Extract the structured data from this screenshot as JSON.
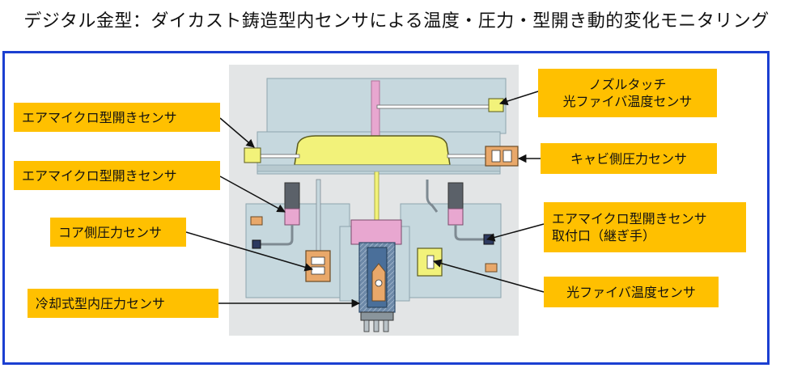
{
  "page": {
    "title": "デジタル金型：ダイカスト鋳造型内センサによる温度・圧力・型開き動的変化モニタリング"
  },
  "labels": {
    "air_micro_top": "エアマイクロ型開きセンサ",
    "air_micro_mid": "エアマイクロ型開きセンサ",
    "core_pressure": "コア側圧力センサ",
    "cooled_pressure": "冷却式型内圧力センサ",
    "nozzle_line1": "ノズルタッチ",
    "nozzle_line2": "光ファイバ温度センサ",
    "cavity_pressure": "キャビ側圧力センサ",
    "port_line1": "エアマイクロ型開きセンサ",
    "port_line2": "取付口（継ぎ手）",
    "fiber_temp": "光ファイバ温度センサ"
  },
  "colors": {
    "frame_border": "#1b3fd1",
    "label_bg": "#ffc000",
    "mold_steel": "#c6d8de",
    "sprue": "#e8a7d0",
    "casting": "#f2f27a",
    "pressure_sensor": "#e9a86a"
  }
}
